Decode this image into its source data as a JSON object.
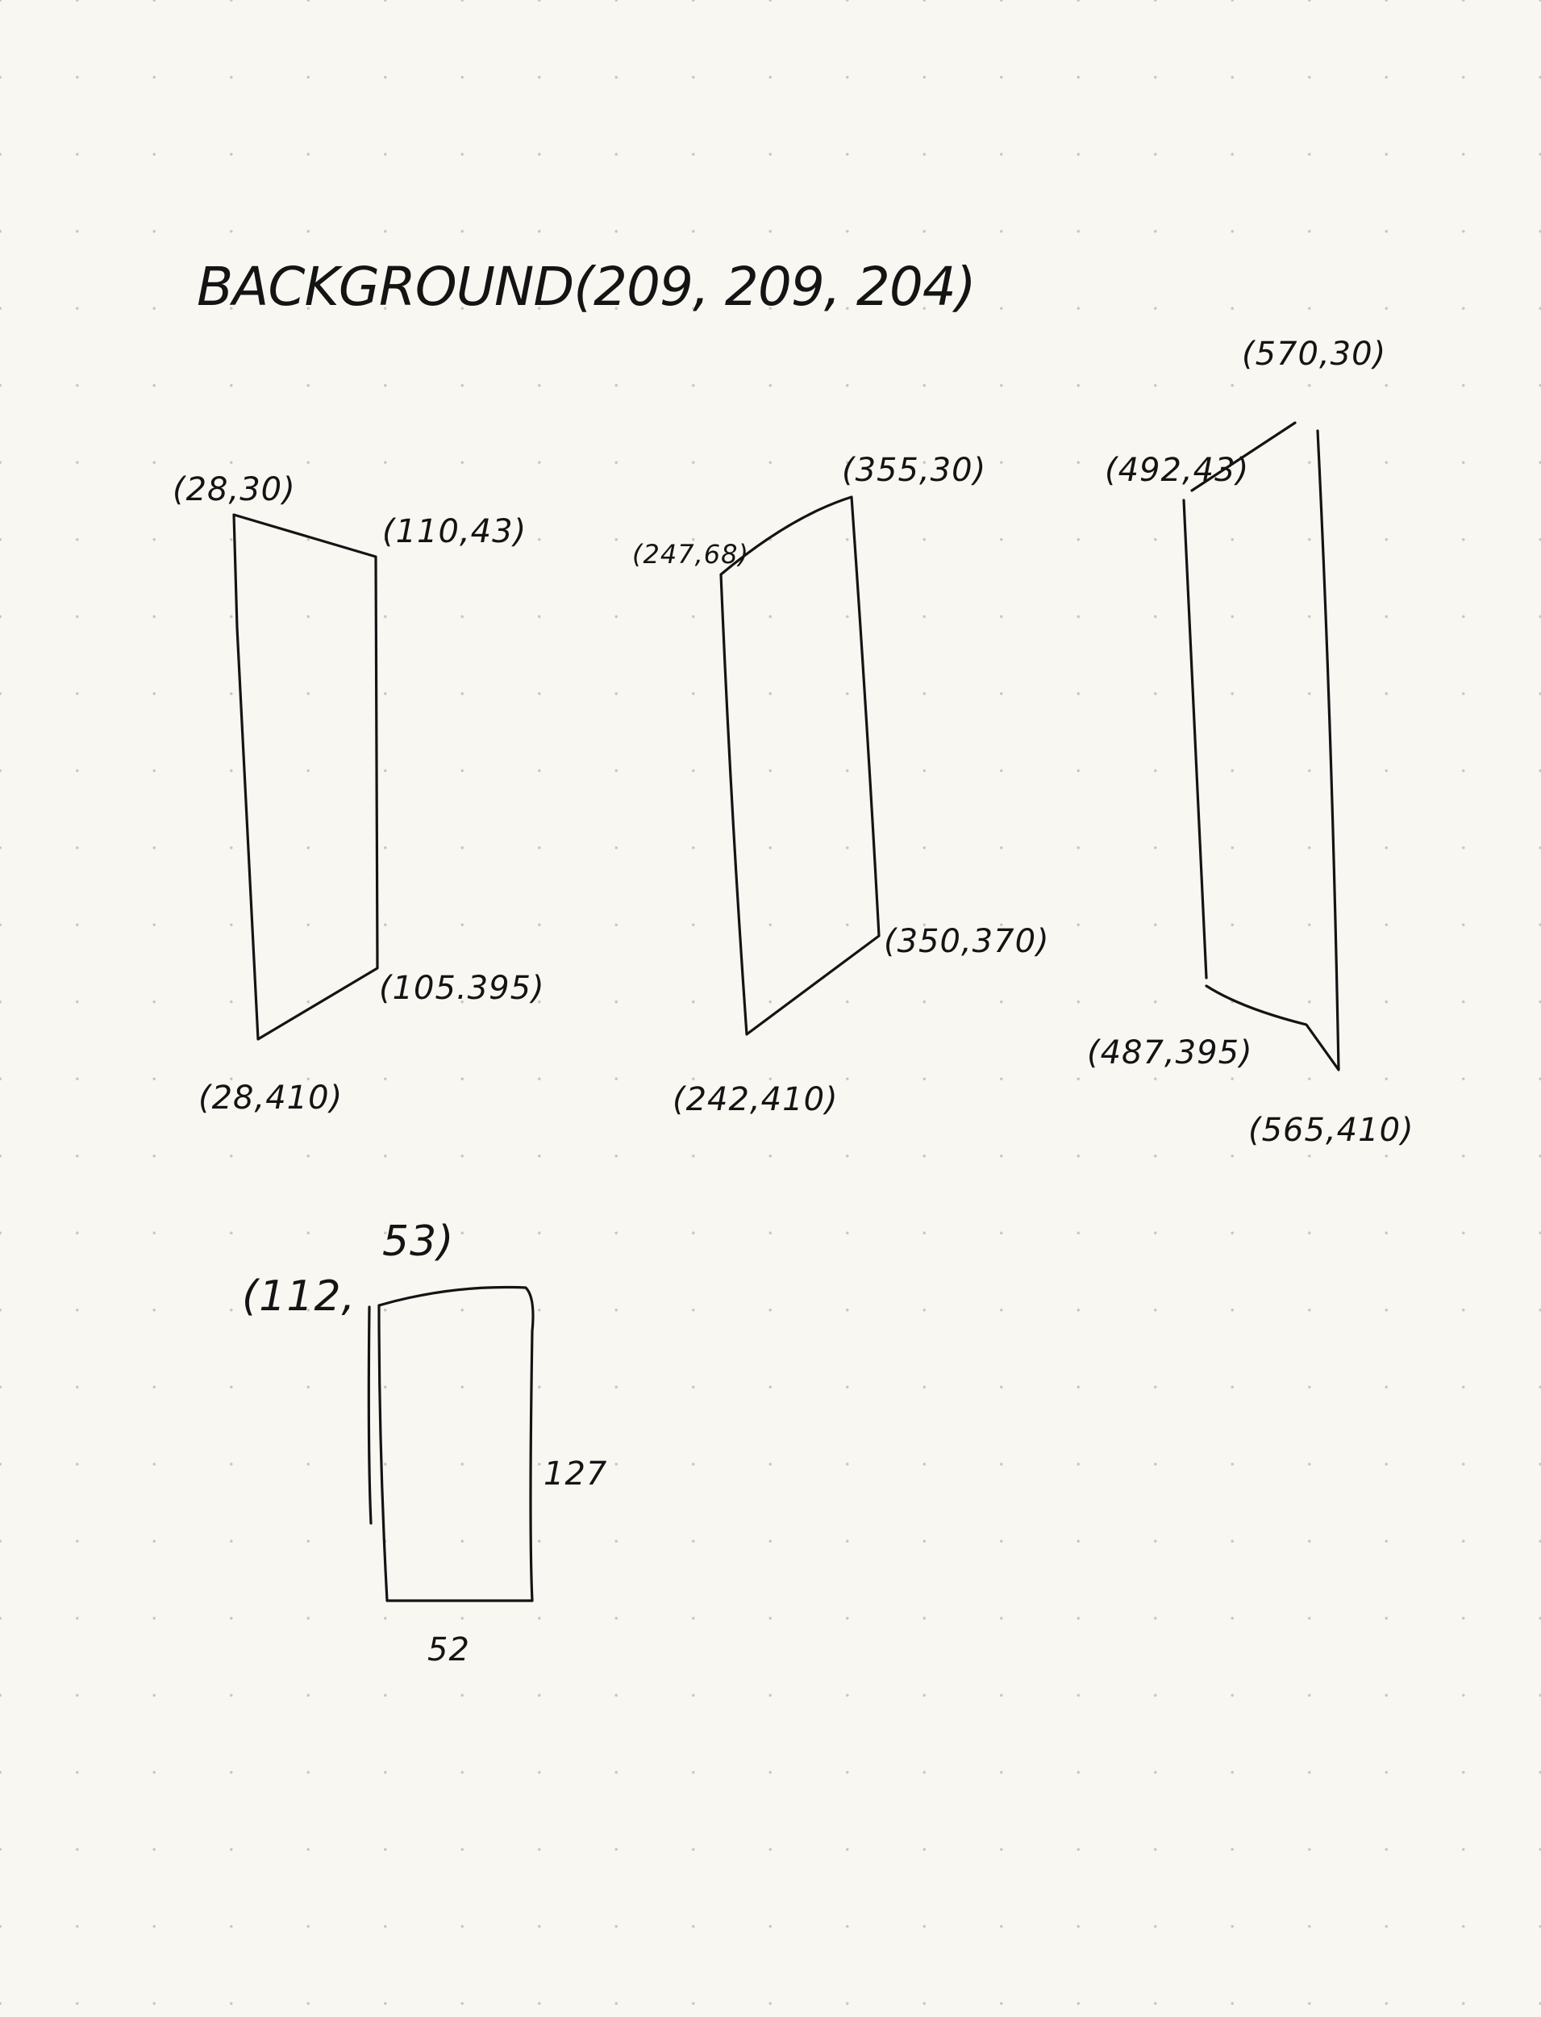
{
  "title": "BACKGROUND(209, 209, 204)",
  "shapes": [
    {
      "name": "left-panel",
      "labels": {
        "top_left": "(28,30)",
        "top_right": "(110,43)",
        "bottom_right": "(105.395)",
        "bottom_left": "(28,410)"
      }
    },
    {
      "name": "middle-panel",
      "labels": {
        "top_left": "(247,68)",
        "top_right": "(355,30)",
        "bottom_right": "(350,370)",
        "bottom_left": "(242,410)"
      }
    },
    {
      "name": "right-panel",
      "labels": {
        "top_right": "(570,30)",
        "top_left": "(492,43)",
        "bottom_left": "(487,395)",
        "bottom_right": "(565,410)"
      }
    },
    {
      "name": "small-rect",
      "labels": {
        "top_left_a": "(112,",
        "top_left_b": "53)",
        "height": "127",
        "width": "52"
      }
    }
  ]
}
